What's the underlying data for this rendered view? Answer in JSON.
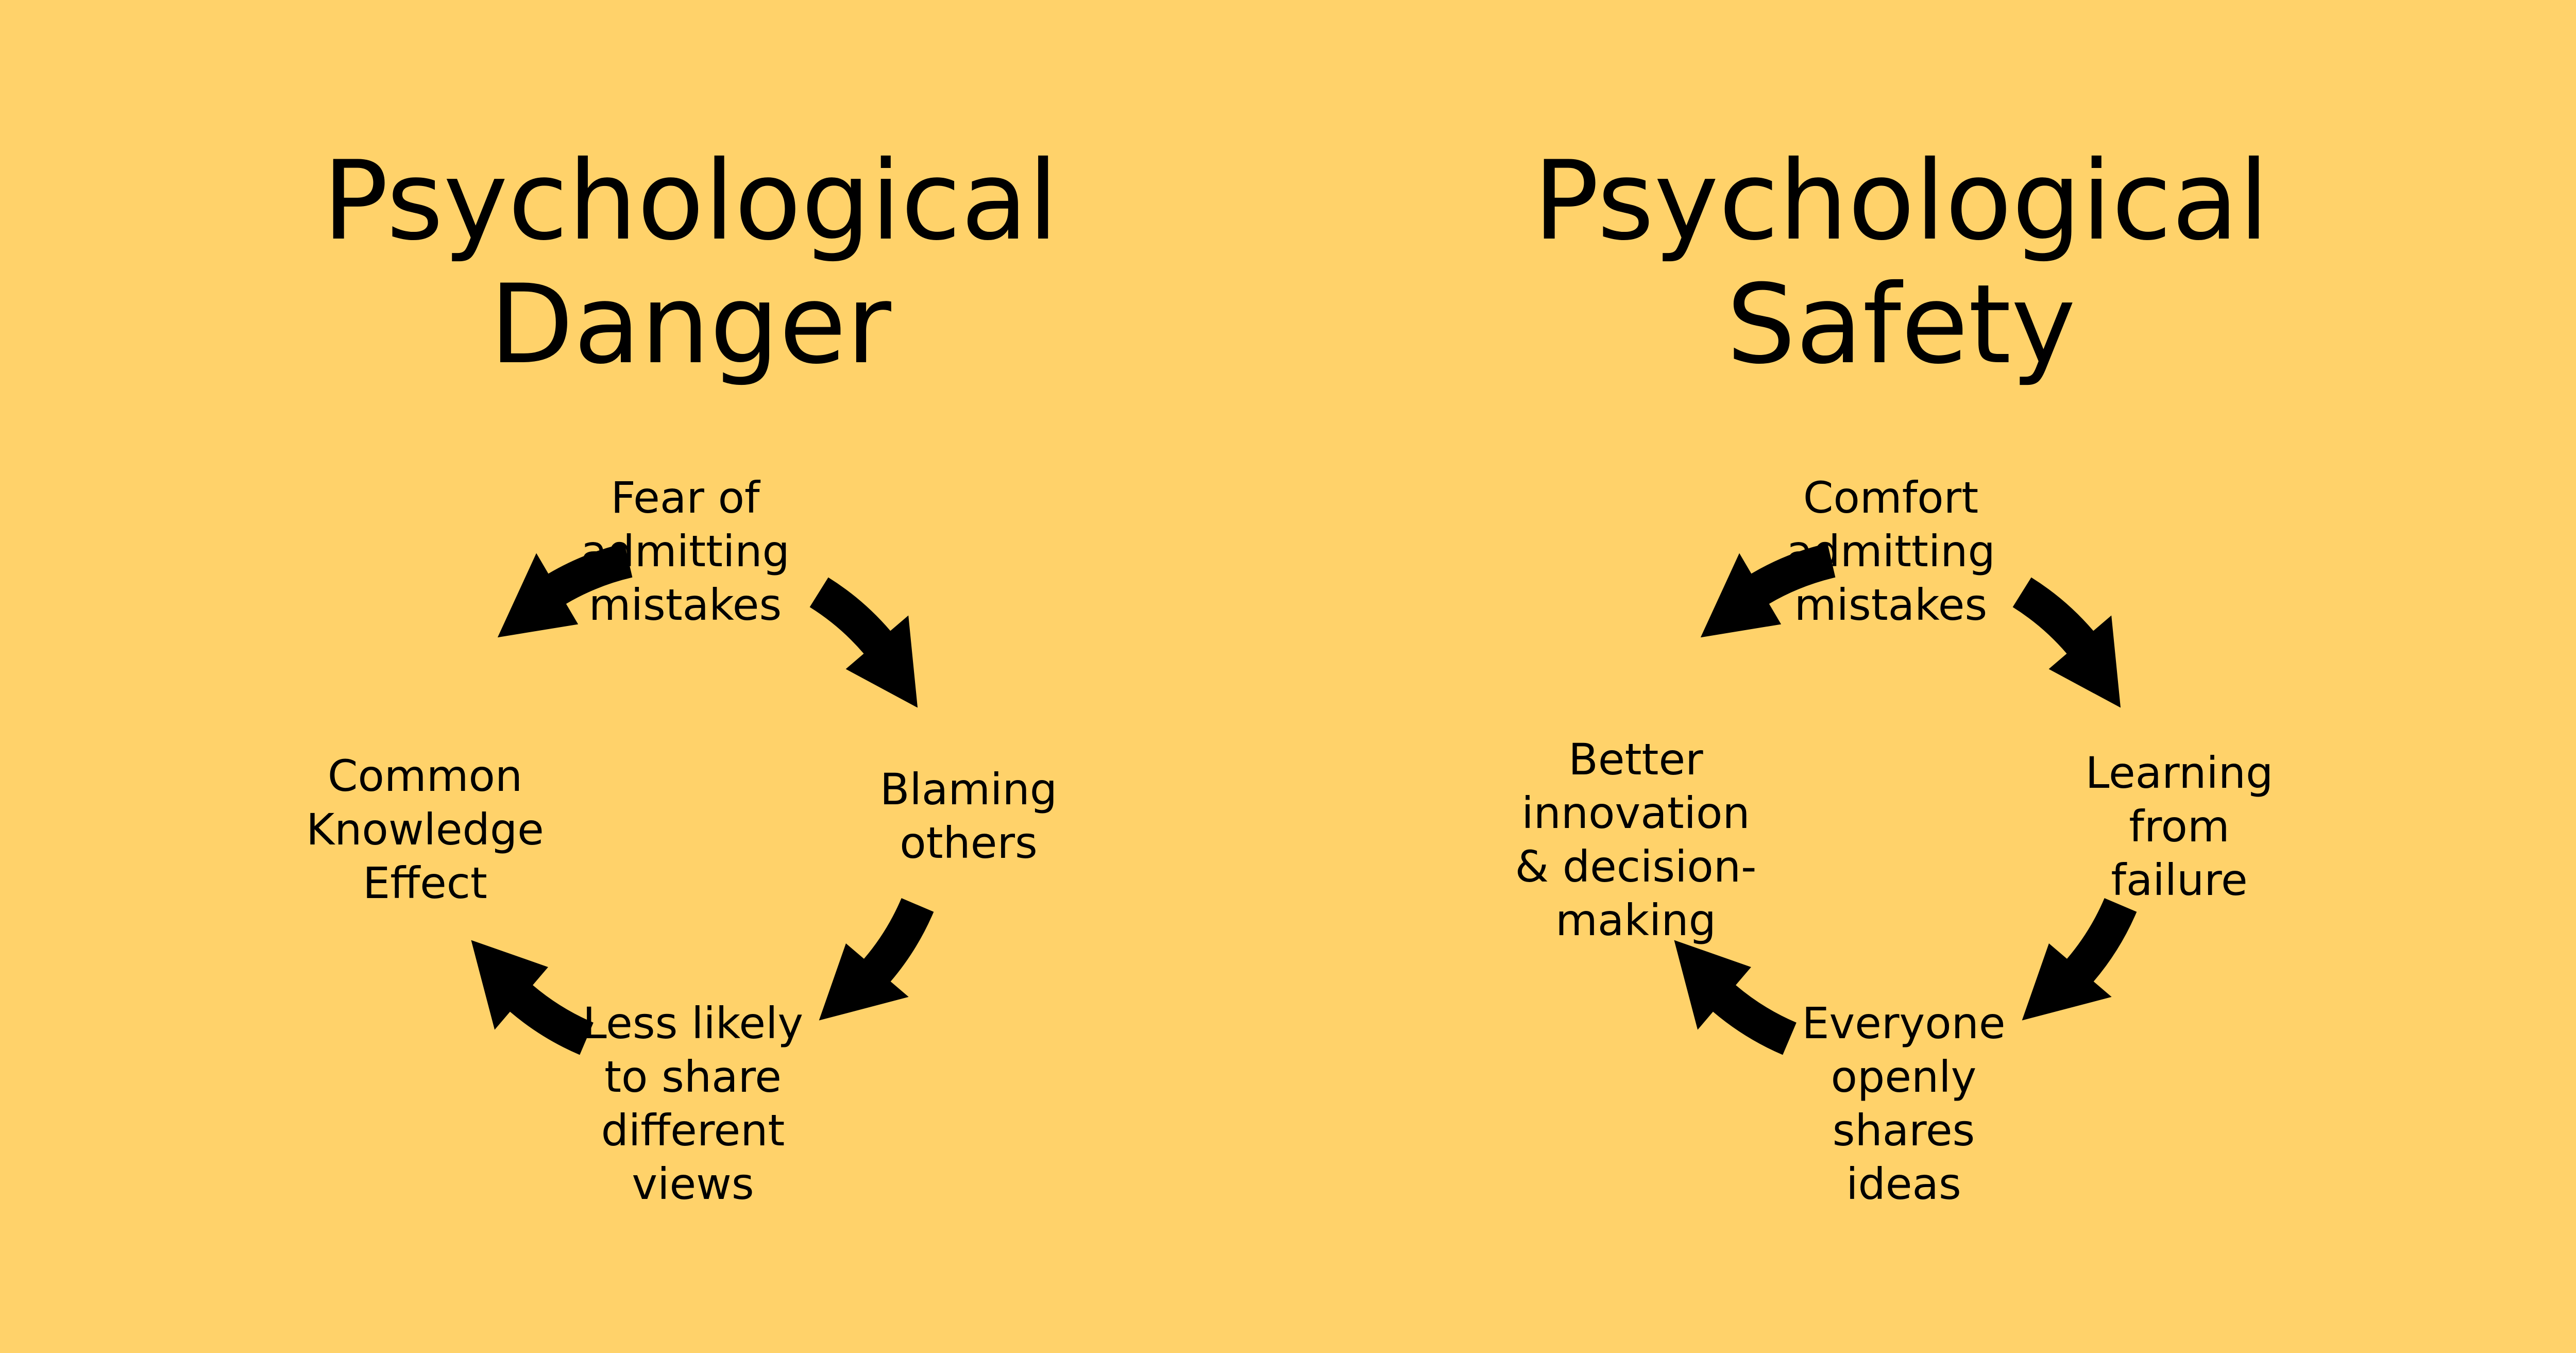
{
  "panels": {
    "danger": {
      "title_line1": "Psychological",
      "title_line2": "Danger",
      "nodes": {
        "top": [
          "Fear of",
          "admitting",
          "mistakes"
        ],
        "right": [
          "Blaming",
          "others"
        ],
        "bottom": [
          "Less likely",
          "to share",
          "different",
          "views"
        ],
        "left": [
          "Common",
          "Knowledge",
          "Effect"
        ]
      }
    },
    "safety": {
      "title_line1": "Psychological",
      "title_line2": "Safety",
      "nodes": {
        "top": [
          "Comfort",
          "admitting",
          "mistakes"
        ],
        "right": [
          "Learning",
          "from",
          "failure"
        ],
        "bottom": [
          "Everyone",
          "openly",
          "shares",
          "ideas"
        ],
        "left": [
          "Better",
          "innovation",
          "& decision-",
          "making"
        ]
      }
    }
  },
  "colors": {
    "background": "#ffd26a",
    "ink": "#000000"
  },
  "icons": {
    "cycle_arrow": "curved-arrow-icon"
  }
}
